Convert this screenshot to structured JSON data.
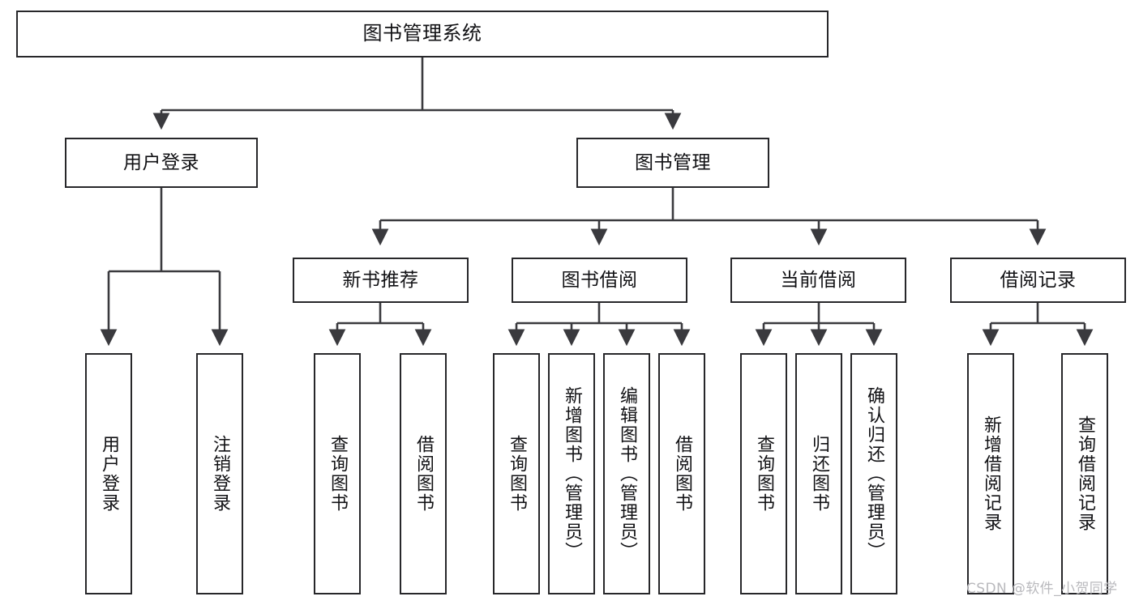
{
  "diagram": {
    "type": "hierarchy-tree",
    "title": "图书管理系统",
    "colors": {
      "box_stroke": "#27272a",
      "box_fill": "#ffffff",
      "connector": "#3a3a3e",
      "text": "#111114",
      "watermark": "#b9b9bd",
      "background": "#ffffff"
    },
    "watermark": "CSDN @软件_小贺同学",
    "levels": {
      "level1": [
        {
          "id": "root",
          "label": "图书管理系统"
        }
      ],
      "level2": [
        {
          "id": "user-login",
          "label": "用户登录"
        },
        {
          "id": "book-manage",
          "label": "图书管理"
        }
      ],
      "level3": [
        {
          "id": "new-book-recommend",
          "label": "新书推荐"
        },
        {
          "id": "book-borrow",
          "label": "图书借阅"
        },
        {
          "id": "current-borrow",
          "label": "当前借阅"
        },
        {
          "id": "borrow-record",
          "label": "借阅记录"
        }
      ],
      "level4": [
        {
          "id": "leaf-user-login",
          "label": "用户登录",
          "parent": "user-login"
        },
        {
          "id": "leaf-logout-login",
          "label": "注销登录",
          "parent": "user-login"
        },
        {
          "id": "leaf-query-book-1",
          "label": "查询图书",
          "parent": "new-book-recommend"
        },
        {
          "id": "leaf-borrow-book-1",
          "label": "借阅图书",
          "parent": "new-book-recommend"
        },
        {
          "id": "leaf-query-book-2",
          "label": "查询图书",
          "parent": "book-borrow"
        },
        {
          "id": "leaf-add-book",
          "label": "新增图书（管理员）",
          "parent": "book-borrow"
        },
        {
          "id": "leaf-edit-book",
          "label": "编辑图书（管理员）",
          "parent": "book-borrow"
        },
        {
          "id": "leaf-borrow-book-2",
          "label": "借阅图书",
          "parent": "book-borrow"
        },
        {
          "id": "leaf-query-book-3",
          "label": "查询图书",
          "parent": "current-borrow"
        },
        {
          "id": "leaf-return-book",
          "label": "归还图书",
          "parent": "current-borrow"
        },
        {
          "id": "leaf-confirm-return",
          "label": "确认归还（管理员）",
          "parent": "current-borrow"
        },
        {
          "id": "leaf-add-record",
          "label": "新增借阅记录",
          "parent": "borrow-record"
        },
        {
          "id": "leaf-query-record",
          "label": "查询借阅记录",
          "parent": "borrow-record"
        }
      ]
    }
  }
}
